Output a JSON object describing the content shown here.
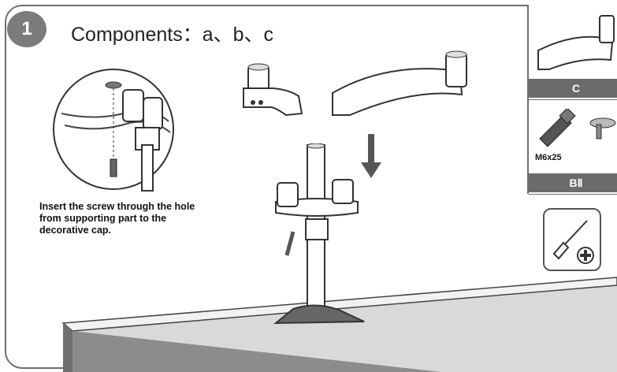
{
  "step": {
    "number": "1"
  },
  "title": "Components：a、b、c",
  "instruction": "Insert the screw through the hole from supporting part to the decorative cap.",
  "side_panel": {
    "part_c_label": "C",
    "part_b_label": "BⅡ",
    "screw_spec": "M6x25"
  },
  "icons": [
    "circle-detail-illustration",
    "arm-segment-a-illustration",
    "arm-segment-b-illustration",
    "down-arrow-icon",
    "pole-stand-illustration",
    "desk-surface",
    "part-c-arm-icon",
    "screw-icon",
    "cap-icon",
    "screwdriver-icon",
    "plus-icon"
  ]
}
